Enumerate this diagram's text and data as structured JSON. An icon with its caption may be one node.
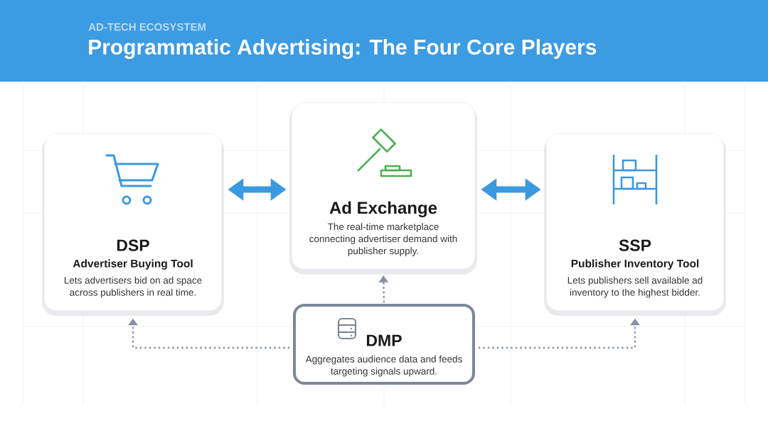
{
  "diagram": {
    "title": "Programmatic Advertising: The Four Core Players",
    "nodes": [
      {
        "text": [
          "DSP",
          "Advertiser Buying Tool",
          "Lets advertisers bid on ad space across publishers in real time."
        ]
      },
      {
        "text": [
          "Ad Exchange",
          "The real-time marketplace connecting advertiser demand with publisher supply."
        ]
      },
      {
        "text": [
          "SSP",
          "Publisher Inventory Tool",
          "Lets publishers sell available ad inventory to the highest bidder."
        ]
      },
      {
        "text": [
          "DMP",
          "Aggregates audience data and feeds targeting signals upward."
        ]
      }
    ],
    "edges": [
      {
        "from": 0,
        "to": 1,
        "arrow": "both",
        "style": "thick",
        "color": "#3b99e0"
      },
      {
        "from": 1,
        "to": 2,
        "arrow": "both",
        "style": "thick",
        "color": "#3b99e0"
      },
      {
        "from": 3,
        "to": 1,
        "arrow": "to",
        "style": "dashed"
      },
      {
        "from": 3,
        "to": 0,
        "arrow": "to",
        "style": "dashed"
      },
      {
        "from": 3,
        "to": 2,
        "arrow": "to",
        "style": "dashed"
      }
    ],
    "labels": [
      "AD-TECH ECOSYSTEM"
    ]
  }
}
